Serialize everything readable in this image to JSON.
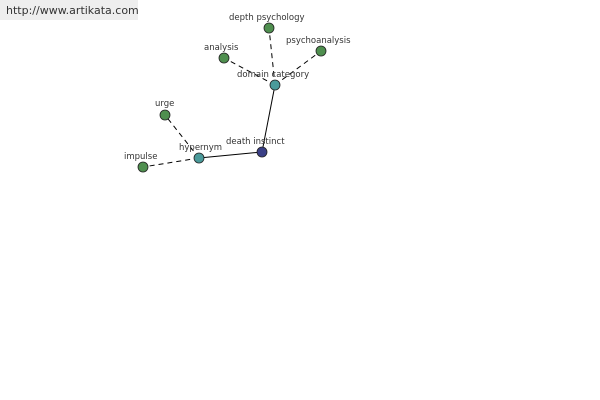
{
  "site": {
    "url": "http://www.artikata.com"
  },
  "colors": {
    "leaf": "#4f8f4f",
    "hub": "#4a9a9a",
    "root": "#3a3f86"
  },
  "graph": {
    "nodes": [
      {
        "id": "death-instinct",
        "label": "death instinct",
        "kind": "root"
      },
      {
        "id": "hypernym",
        "label": "hypernym",
        "kind": "hub"
      },
      {
        "id": "domain-category",
        "label": "domain category",
        "kind": "hub"
      },
      {
        "id": "urge",
        "label": "urge",
        "kind": "leaf"
      },
      {
        "id": "impulse",
        "label": "impulse",
        "kind": "leaf"
      },
      {
        "id": "analysis",
        "label": "analysis",
        "kind": "leaf"
      },
      {
        "id": "depth-psychology",
        "label": "depth psychology",
        "kind": "leaf"
      },
      {
        "id": "psychoanalysis",
        "label": "psychoanalysis",
        "kind": "leaf"
      }
    ],
    "edges": [
      {
        "from": "death-instinct",
        "to": "hypernym",
        "style": "solid"
      },
      {
        "from": "death-instinct",
        "to": "domain-category",
        "style": "solid"
      },
      {
        "from": "hypernym",
        "to": "urge",
        "style": "dashed"
      },
      {
        "from": "hypernym",
        "to": "impulse",
        "style": "dashed"
      },
      {
        "from": "domain-category",
        "to": "analysis",
        "style": "dashed"
      },
      {
        "from": "domain-category",
        "to": "depth-psychology",
        "style": "dashed"
      },
      {
        "from": "domain-category",
        "to": "psychoanalysis",
        "style": "dashed"
      }
    ]
  }
}
